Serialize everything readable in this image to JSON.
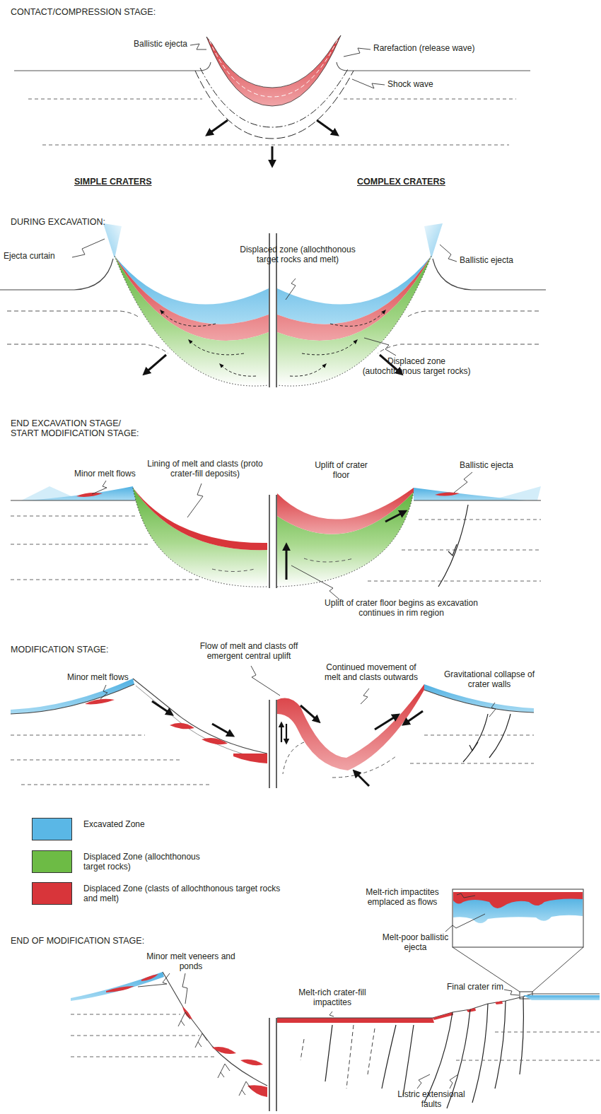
{
  "diagram": {
    "labels": [
      "CONTACT/COMPRESSION STAGE:",
      "Ballistic ejecta",
      "Rarefaction (release wave)",
      "Shock wave",
      "SIMPLE CRATERS",
      "COMPLEX CRATERS",
      "DURING EXCAVATION:",
      "Ejecta curtain",
      "Displaced zone (allochthonous target rocks and melt)",
      "Ballistic ejecta",
      "Displaced zone (autochthonous target rocks)",
      "END EXCAVATION STAGE/ START MODIFICATION STAGE:",
      "Minor melt flows",
      "Lining of melt and clasts (proto crater-fill deposits)",
      "Ballistic ejecta",
      "Uplift of crater floor",
      "Uplift of crater floor begins as excavation continues in rim region",
      "MODIFICATION STAGE:",
      "Flow of melt and clasts off emergent central uplift",
      "Continued movement of melt and clasts outwards",
      "Minor melt flows",
      "Gravitational collapse of crater walls",
      "Melt-rich impactites emplaced as flows",
      "Melt-poor ballistic ejecta",
      "END OF MODIFICATION STAGE:",
      "Minor melt veneers and ponds",
      "Melt-rich crater-fill impactites",
      "Final crater rim",
      "Listric extensional faults"
    ],
    "legend": [
      {
        "text": "Excavated Zone",
        "color": "#5ab7e6"
      },
      {
        "text": "Displaced Zone (allochthonous target rocks)",
        "color": "#6dbb45"
      },
      {
        "text": "Displaced Zone (clasts of allochthonous target rocks and melt)",
        "color": "#d8353a"
      }
    ]
  }
}
